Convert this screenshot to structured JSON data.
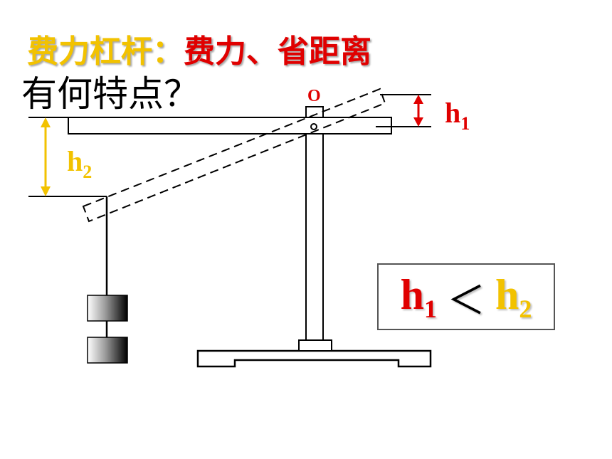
{
  "title": {
    "part1": "费力杠杆：",
    "part2": "费力、省距离"
  },
  "question": "有何特点？",
  "labels": {
    "pivot": "O",
    "h1_main": "h",
    "h1_sub": "1",
    "h2_main": "h",
    "h2_sub": "2"
  },
  "comparison": {
    "left_main": "h",
    "left_sub": "1",
    "operator": "＜",
    "right_main": "h",
    "right_sub": "2"
  },
  "colors": {
    "yellow": "#f2c200",
    "red": "#e00000"
  }
}
